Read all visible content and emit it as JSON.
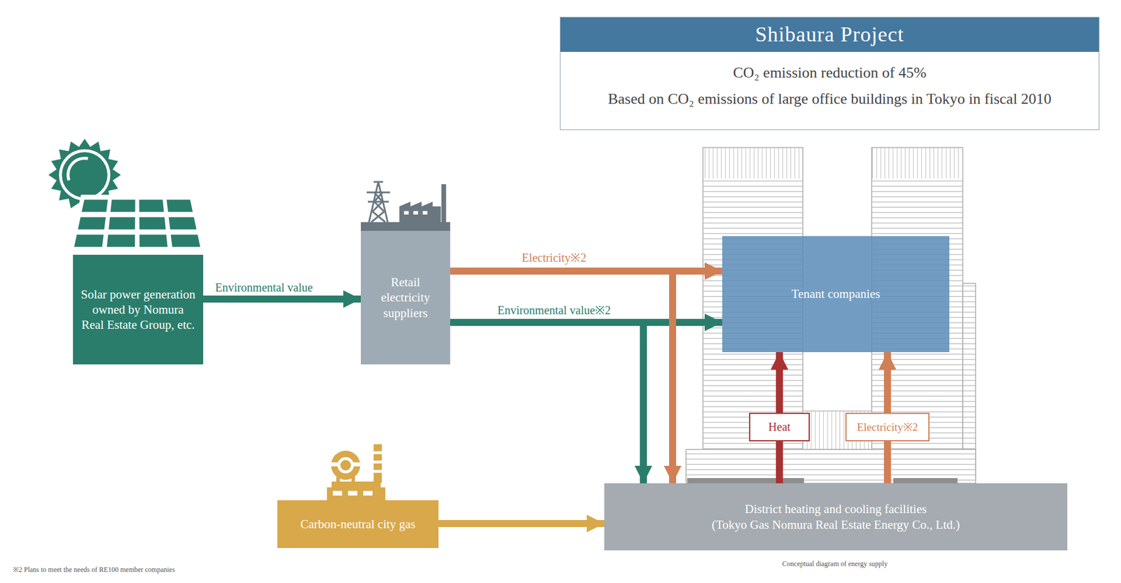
{
  "diagram": {
    "caption": "Conceptual diagram of energy supply",
    "nodes": [
      {
        "text": [
          "Shibaura Project",
          "CO₂ emission reduction of 45%",
          "Based on CO₂ emissions of large office buildings in Tokyo in fiscal 2010"
        ]
      },
      {
        "text": [
          "Solar power generation owned by Nomura Real Estate Group, etc."
        ]
      },
      {
        "text": [
          "Retail electricity suppliers"
        ]
      },
      {
        "text": [
          "Tenant companies"
        ]
      },
      {
        "text": [
          "District heating and cooling facilities",
          "(Tokyo Gas Nomura Real Estate Energy Co., Ltd.)"
        ]
      },
      {
        "text": [
          "Carbon-neutral city gas"
        ]
      },
      {
        "text": [
          "Heat"
        ]
      },
      {
        "text": [
          "Electricity※2"
        ]
      }
    ],
    "edges": [
      {
        "from": 1,
        "to": 2,
        "label": "Environmental value",
        "arrow": "to"
      },
      {
        "from": 2,
        "to": 3,
        "label": "Electricity※2",
        "arrow": "to"
      },
      {
        "from": 2,
        "to": 3,
        "label": "Environmental value※2",
        "arrow": "to"
      },
      {
        "from": 2,
        "to": 4,
        "arrow": "to"
      },
      {
        "from": 2,
        "to": 4,
        "arrow": "to"
      },
      {
        "from": 5,
        "to": 4,
        "arrow": "to"
      },
      {
        "from": 4,
        "to": 6,
        "arrow": "none"
      },
      {
        "from": 6,
        "to": 3,
        "arrow": "to"
      },
      {
        "from": 4,
        "to": 7,
        "arrow": "none"
      },
      {
        "from": 7,
        "to": 3,
        "arrow": "to"
      }
    ],
    "labels": [
      "※2 Plans to meet the needs of RE100 member companies"
    ]
  }
}
